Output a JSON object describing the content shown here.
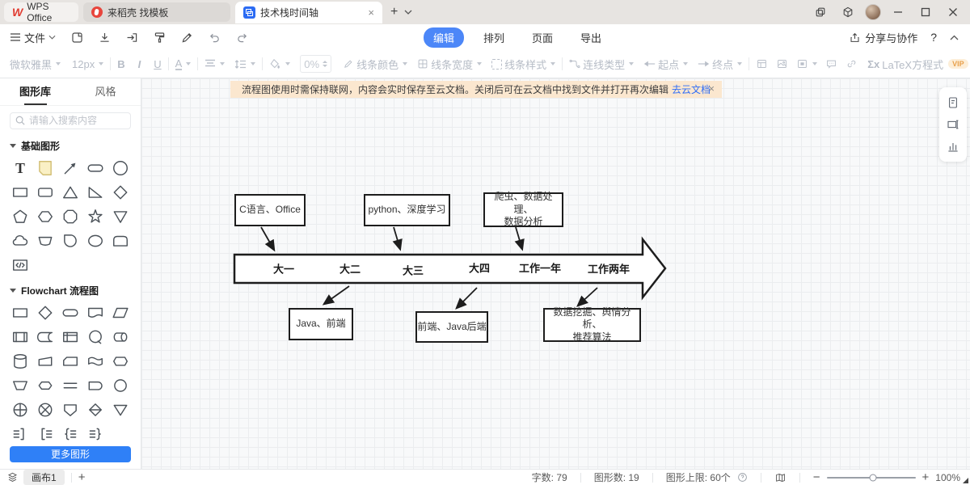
{
  "titlebar": {
    "app_tab": "WPS Office",
    "docer_tab": "来稻壳 找模板",
    "doc_tab": "技术栈时间轴",
    "doc_tab_close": "×",
    "new_tab": "+"
  },
  "menubar": {
    "file_label": "文件",
    "tabs": [
      "编辑",
      "排列",
      "页面",
      "导出"
    ],
    "share_label": "分享与协作",
    "help_label": "?"
  },
  "toolbar": {
    "font_family": "微软雅黑",
    "font_size": "12px",
    "bold": "B",
    "italic": "I",
    "underline": "U",
    "font_color": "A",
    "opacity": "0%",
    "line_color": "线条颜色",
    "line_width": "线条宽度",
    "line_style": "线条样式",
    "connector_type": "连线类型",
    "start_point": "起点",
    "end_point": "终点",
    "latex_sigma": "Σx",
    "latex_label": "LaTeX方程式",
    "vip": "VIP"
  },
  "sidebar": {
    "tabs": [
      "图形库",
      "风格"
    ],
    "search_placeholder": "请输入搜索内容",
    "basic_section": "基础图形",
    "flowchart_section": "Flowchart 流程图",
    "more_button": "更多图形",
    "basic_shapes": [
      "text",
      "sticky-note",
      "line-arrow",
      "pill",
      "circle",
      "rectangle",
      "rounded-rectangle",
      "triangle",
      "right-triangle",
      "diamond",
      "pentagon",
      "hexagon",
      "octagon",
      "star",
      "cone",
      "cloud",
      "trapezoid",
      "teardrop",
      "oval-callout",
      "rounded-top-rectangle",
      "code-block"
    ],
    "flowchart_shapes": [
      "process",
      "decision",
      "terminator",
      "document",
      "parallelogram",
      "predefined-process",
      "stored-data",
      "internal-storage",
      "or-state",
      "direct-access-storage",
      "database",
      "manual-operation",
      "off-page",
      "paper-tape",
      "display",
      "inverted-trapezoid",
      "preparation",
      "parallel-mode",
      "delay",
      "connector",
      "or-junction",
      "summing-junction",
      "off-page-connector",
      "collate",
      "merge",
      "list-right",
      "list-left",
      "list-brace-right",
      "list-brace-left"
    ]
  },
  "banner": {
    "text": "流程图使用时需保持联网，内容会实时保存至云文档。关闭后可在云文档中找到文件并打开再次编辑",
    "link": "去云文档",
    "close": "×"
  },
  "diagram": {
    "top_boxes": [
      {
        "text": "C语言、Office"
      },
      {
        "text": "python、深度学习"
      },
      {
        "line1": "爬虫、数据处理、",
        "line2": "数据分析"
      }
    ],
    "timeline": [
      "大一",
      "大二",
      "大三",
      "大四",
      "工作一年",
      "工作两年"
    ],
    "bottom_boxes": [
      {
        "text": "Java、前端"
      },
      {
        "text": "前端、Java后端"
      },
      {
        "line1": "数据挖掘、舆情分析、",
        "line2": "推荐算法"
      }
    ]
  },
  "statusbar": {
    "canvas_tab": "画布1",
    "add_canvas": "+",
    "word_count": "字数: 79",
    "shape_count": "图形数: 19",
    "shape_limit": "图形上限: 60个",
    "zoom_out": "−",
    "zoom_in": "+",
    "zoom": "100%"
  },
  "colors": {
    "accent": "#2f80f7",
    "banner_bg": "#fbe7cf",
    "tab_active": "#4c87f8",
    "vip": "#e8a04c"
  }
}
